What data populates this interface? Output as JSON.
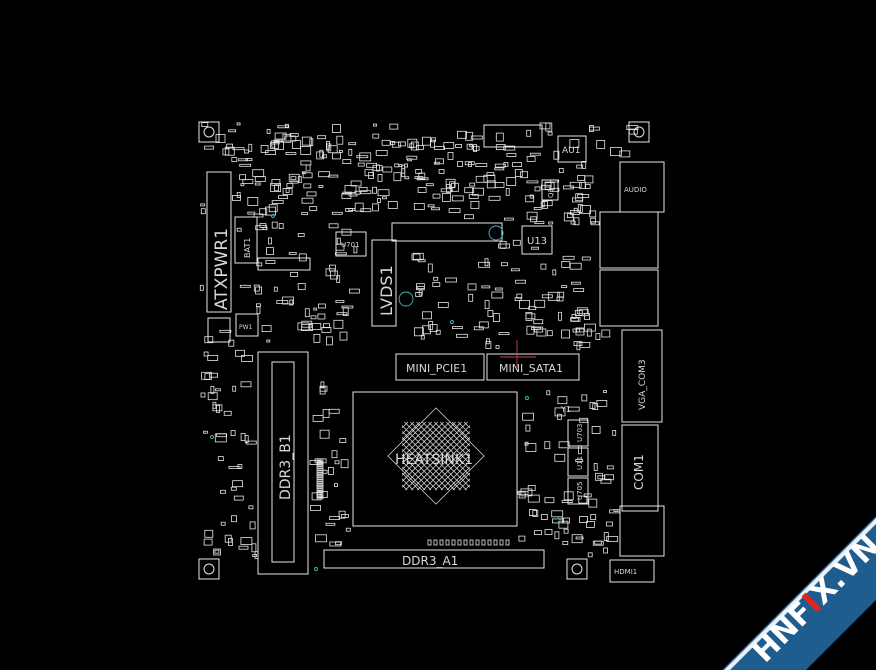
{
  "labels": {
    "atx": "ATXPWR1",
    "lvds": "LVDS1",
    "mini_pcie": "MINI_PCIE1",
    "mini_sata": "MINI_SATA1",
    "heatsink": "HEATSINK1",
    "ddr3_a": "DDR3_A1",
    "ddr3_b": "DDR3_B1",
    "au": "AU1",
    "u13": "U13",
    "vga": "VGA_COM3",
    "com1": "COM1",
    "hdmi": "HDMI1",
    "audio": "AUDIO",
    "bat": "BAT1",
    "u701": "U701",
    "u703": "U703",
    "u11": "U11",
    "u705": "U705",
    "q3": "Q3",
    "y1": "Y1",
    "pwr": "PW1"
  },
  "watermark": {
    "text_a": "HNF",
    "text_b": "I",
    "text_c": "X.VN",
    "bg_color": "#1f5d8f",
    "accent_color": "#e2241c"
  },
  "colors": {
    "trace": "#e6e6e6",
    "via": "#3fb5c8",
    "marker": "#c0424f"
  }
}
